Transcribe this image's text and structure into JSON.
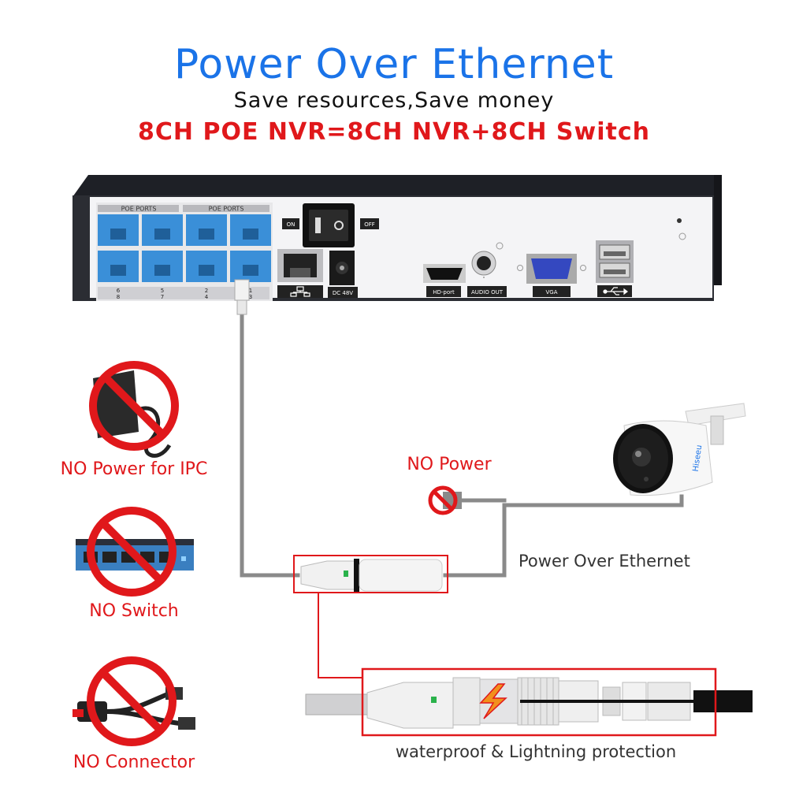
{
  "header": {
    "title": "Power Over Ethernet",
    "subtitle": "Save resources,Save money",
    "headline": "8CH POE NVR=8CH NVR+8CH Switch"
  },
  "nvr": {
    "poe_ports_label_left": "POE PORTS",
    "poe_ports_label_right": "POE PORTS",
    "port_numbers_top": [
      "6",
      "5",
      "2",
      "1"
    ],
    "port_numbers_bottom": [
      "8",
      "7",
      "4",
      "3"
    ],
    "switch_on": "ON",
    "switch_off": "OFF",
    "dc_label": "DC 48V",
    "hdmi_label": "HD-port",
    "audio_label": "AUDIO OUT",
    "vga_label": "VGA",
    "camera_brand": "Hiseeu"
  },
  "labels": {
    "no_power_ipc": "NO Power for IPC",
    "no_switch": "NO Switch",
    "no_connector": "NO Connector",
    "no_power": "NO Power",
    "poe_caption": "Power Over Ethernet",
    "waterproof": "waterproof & Lightning protection"
  },
  "colors": {
    "title_blue": "#1a73e8",
    "accent_red": "#e0181b",
    "port_blue": "#3a8fd8",
    "nvr_dark": "#2b2d33"
  }
}
